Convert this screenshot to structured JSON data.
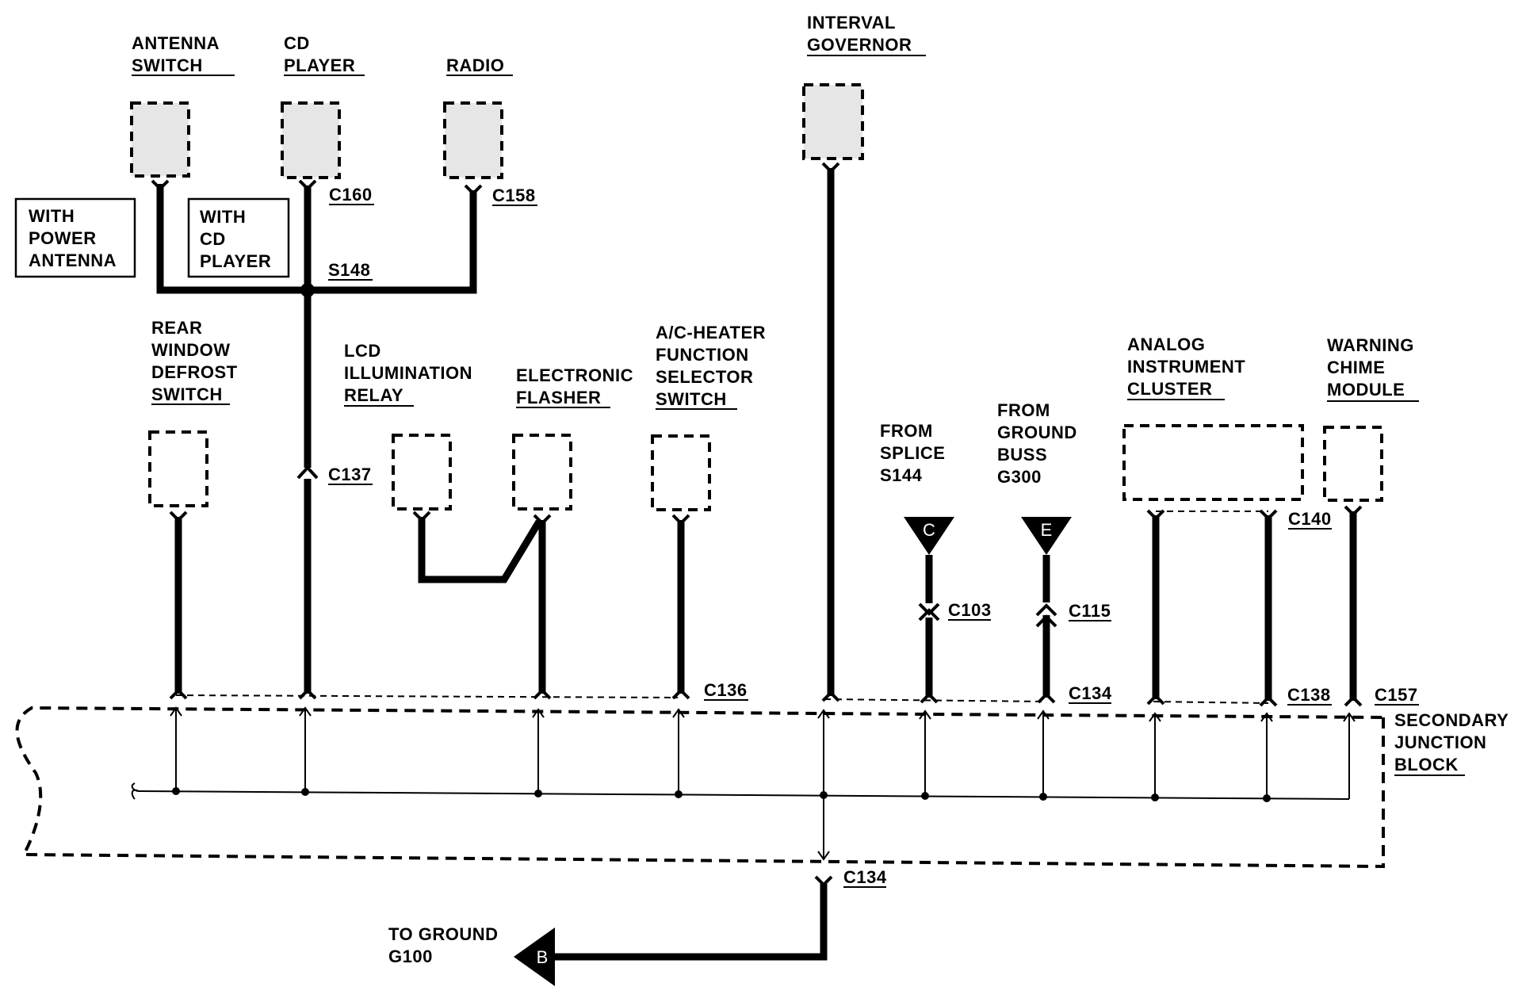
{
  "components": {
    "antenna_switch": [
      "ANTENNA",
      "SWITCH"
    ],
    "cd_player": [
      "CD",
      "PLAYER"
    ],
    "radio": [
      "RADIO"
    ],
    "interval_governor": [
      "INTERVAL",
      "GOVERNOR"
    ],
    "rear_window_defrost_switch": [
      "REAR",
      "WINDOW",
      "DEFROST",
      "SWITCH"
    ],
    "lcd_illumination_relay": [
      "LCD",
      "ILLUMINATION",
      "RELAY"
    ],
    "electronic_flasher": [
      "ELECTRONIC",
      "FLASHER"
    ],
    "ac_heater_function_selector_switch": [
      "A/C-HEATER",
      "FUNCTION",
      "SELECTOR",
      "SWITCH"
    ],
    "analog_instrument_cluster": [
      "ANALOG",
      "INSTRUMENT",
      "CLUSTER"
    ],
    "warning_chime_module": [
      "WARNING",
      "CHIME",
      "MODULE"
    ],
    "secondary_junction_block": [
      "SECONDARY",
      "JUNCTION",
      "BLOCK"
    ]
  },
  "notes": {
    "with_power_antenna": [
      "WITH",
      "POWER",
      "ANTENNA"
    ],
    "with_cd_player": [
      "WITH",
      "CD",
      "PLAYER"
    ],
    "from_splice": [
      "FROM",
      "SPLICE",
      "S144"
    ],
    "from_ground_buss": [
      "FROM",
      "GROUND",
      "BUSS",
      "G300"
    ],
    "to_ground": [
      "TO GROUND",
      "G100"
    ]
  },
  "connectors": {
    "c160": "C160",
    "c158": "C158",
    "s148": "S148",
    "c137": "C137",
    "c136": "C136",
    "c103": "C103",
    "c115": "C115",
    "c134_top": "C134",
    "c140": "C140",
    "c138": "C138",
    "c157": "C157",
    "c134_bottom": "C134"
  },
  "markers": {
    "c": "C",
    "e": "E",
    "b": "B"
  }
}
